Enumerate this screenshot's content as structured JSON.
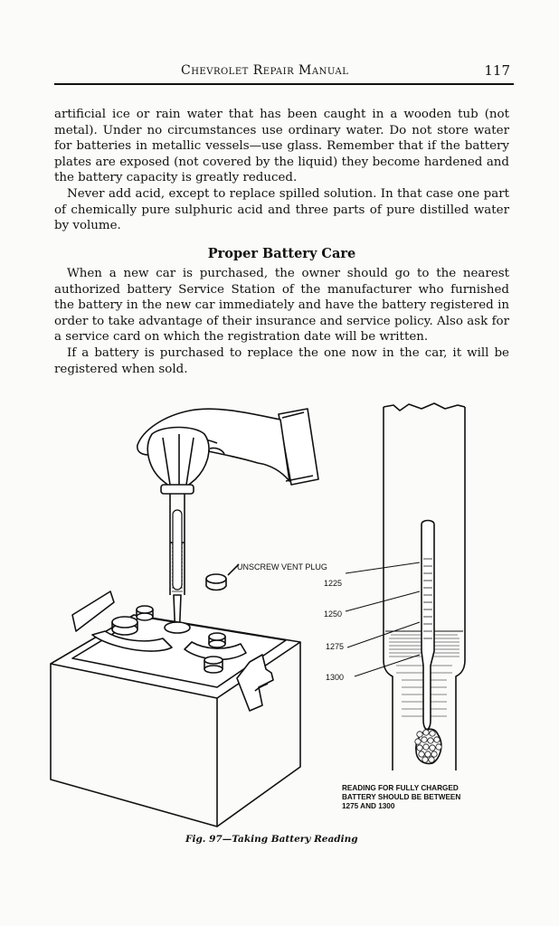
{
  "header": {
    "running_title": "Chevrolet Repair Manual",
    "page_number": "117"
  },
  "paragraphs_top": [
    "artificial ice or rain water that has been caught in a wooden tub (not metal). Under no circumstances use ordinary water. Do not store water for batteries in metallic vessels—use glass. Remember that if the battery plates are exposed (not covered by the liquid) they become hardened and the battery capacity is greatly reduced.",
    "Never add acid, except to replace spilled solution. In that case one part of chemically pure sulphuric acid and three parts of pure distilled water by volume."
  ],
  "section": {
    "heading": "Proper Battery Care",
    "paragraphs": [
      "When a new car is purchased, the owner should go to the nearest authorized battery Service Station of the manufacturer who furnished the battery in the new car immediately and have the battery registered in order to take advantage of their insurance and service policy. Also ask for a service card on which the registration date will be written.",
      "If a battery is purchased to replace the one now in the car, it will be registered when sold."
    ]
  },
  "figure": {
    "vent_plug_label": "UNSCREW VENT PLUG",
    "scale_labels": [
      "1225",
      "1250",
      "1275",
      "1300"
    ],
    "note_lines": [
      "READING FOR FULLY CHARGED",
      "BATTERY SHOULD BE BETWEEN",
      "1275 AND 1300"
    ],
    "caption": "Fig. 97—Taking Battery Reading"
  }
}
